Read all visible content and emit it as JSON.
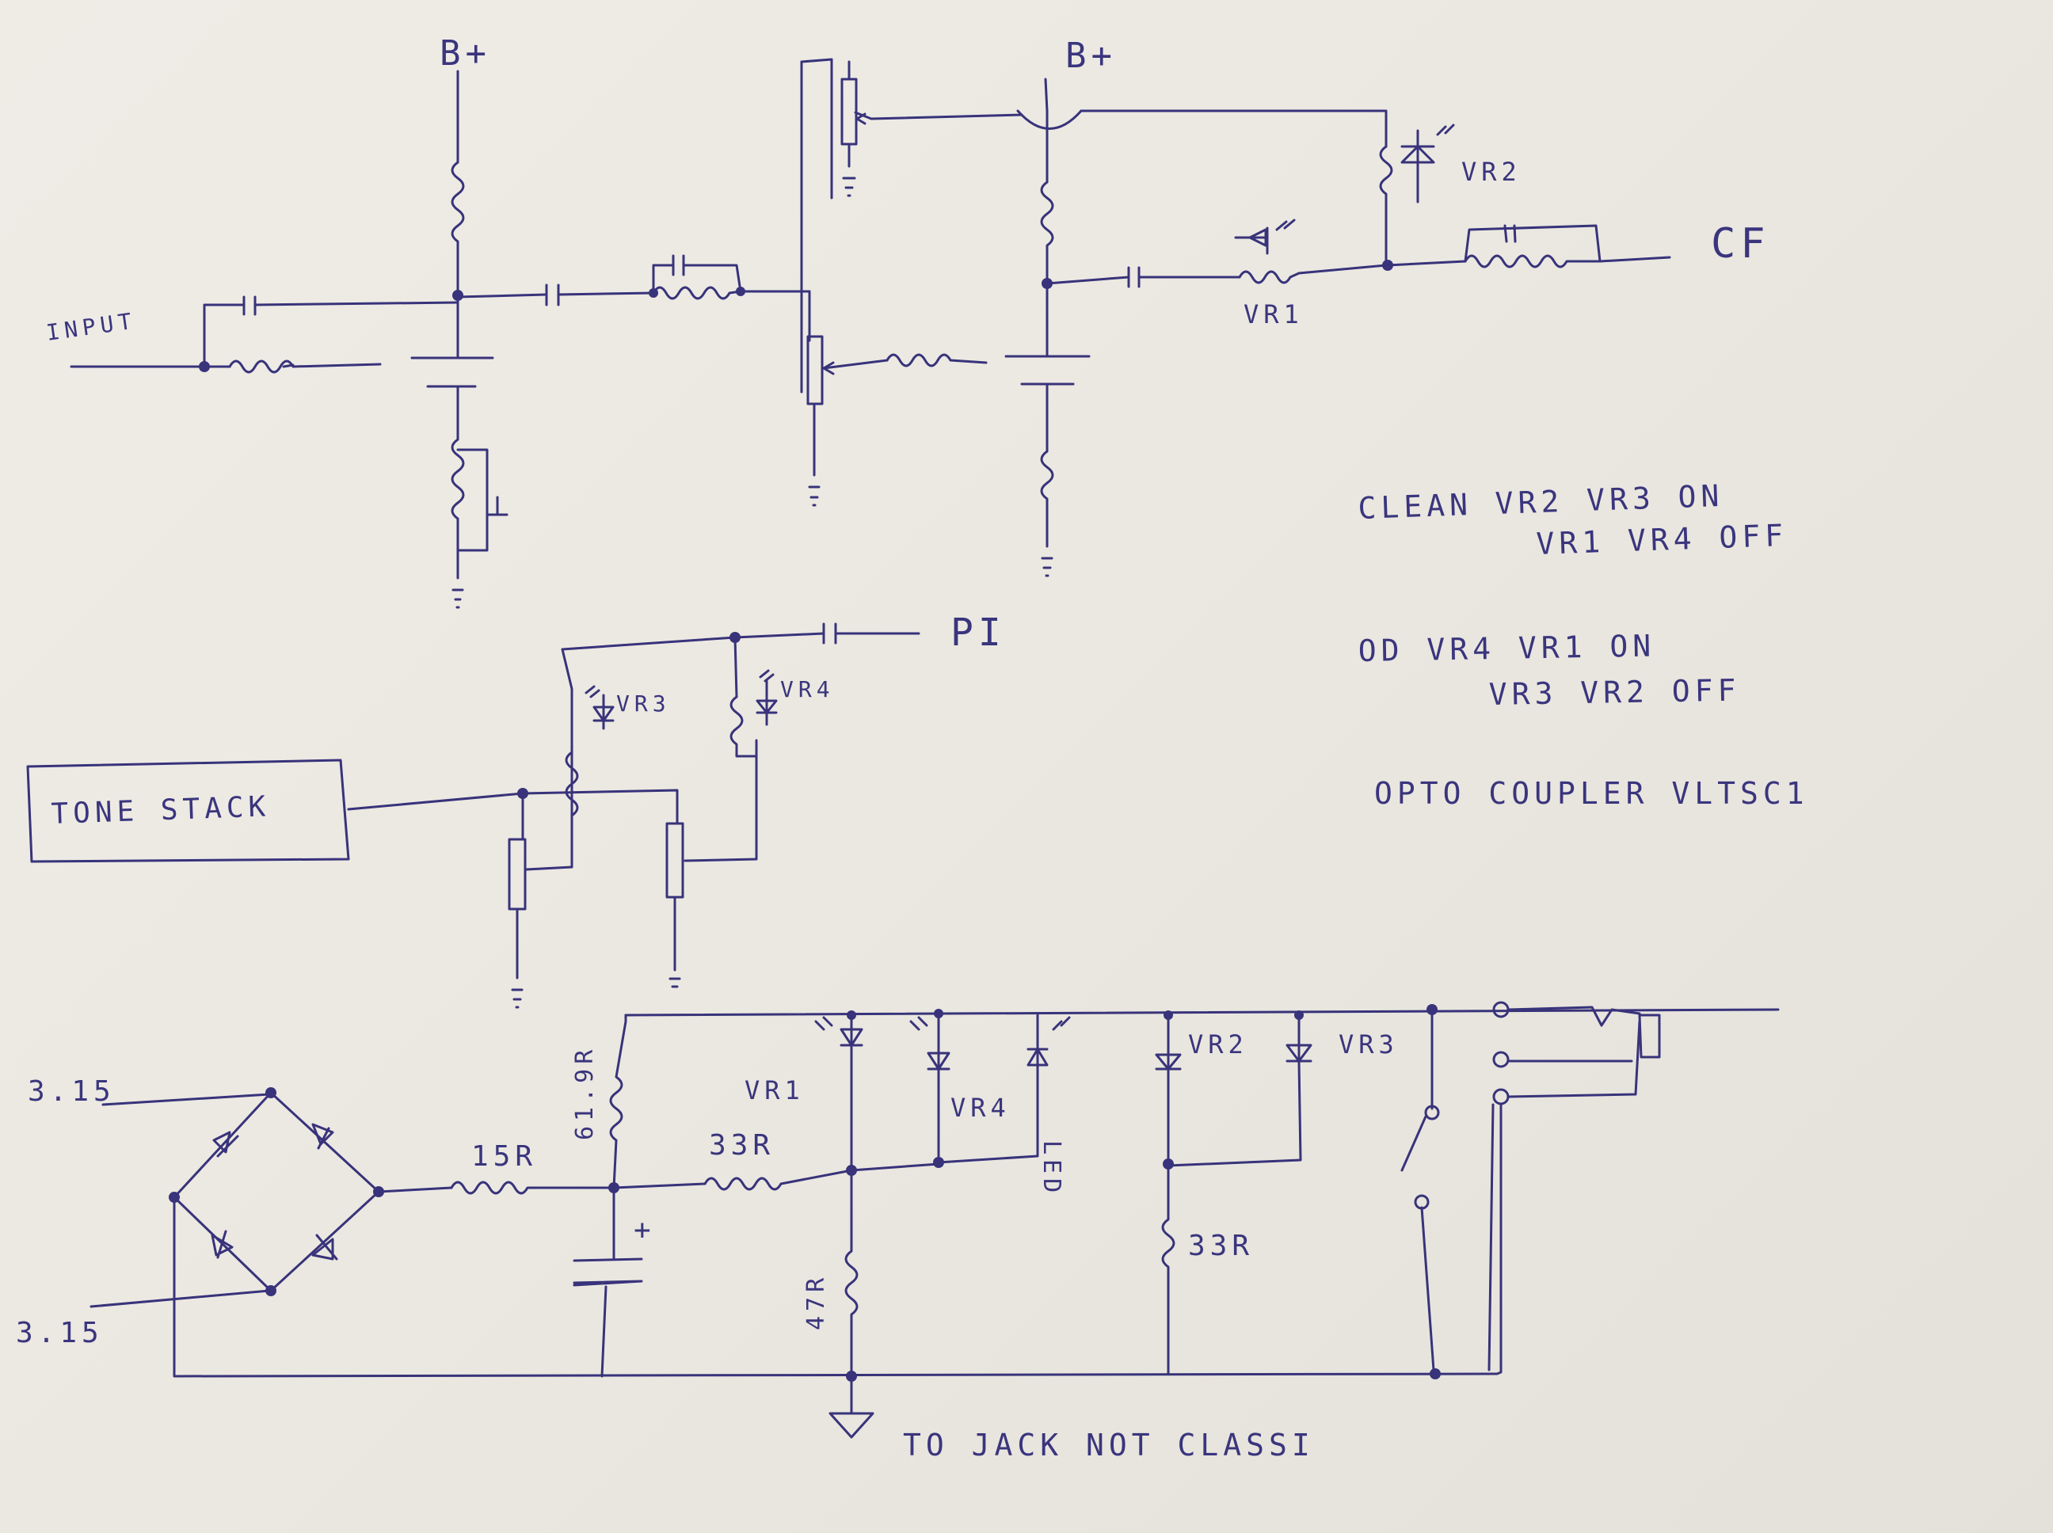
{
  "diagram": {
    "labels": {
      "b_plus_1": "B+",
      "b_plus_2": "B+",
      "input": "INPUT",
      "cf": "CF",
      "pi": "PI",
      "tone_stack": "TONE STACK",
      "vr1_top": "VR1",
      "vr2_top": "VR2",
      "vr3_mid": "VR3",
      "vr4_mid": "VR4",
      "r_15r": "15R",
      "r_619r": "61.9R",
      "r_33r_a": "33R",
      "r_33r_b": "33R",
      "r_47r": "47R",
      "vr1_bot": "VR1",
      "vr4_bot": "VR4",
      "led": "LED",
      "vr2_bot": "VR2",
      "vr3_bot": "VR3",
      "v315_a": "3.15",
      "v315_b": "3.15",
      "plus": "+",
      "to_jack": "TO JACK NOT CLASSI"
    },
    "notes": {
      "clean_1": "CLEAN   VR2  VR3 ON",
      "clean_2": "VR1  VR4 OFF",
      "od_1": "OD    VR4   VR1 ON",
      "od_2": "VR3   VR2 OFF",
      "opto": "OPTO COUPLER  VLTSC1"
    }
  },
  "colors": {
    "ink": "#38337a",
    "paper": "#ebe8e1"
  }
}
